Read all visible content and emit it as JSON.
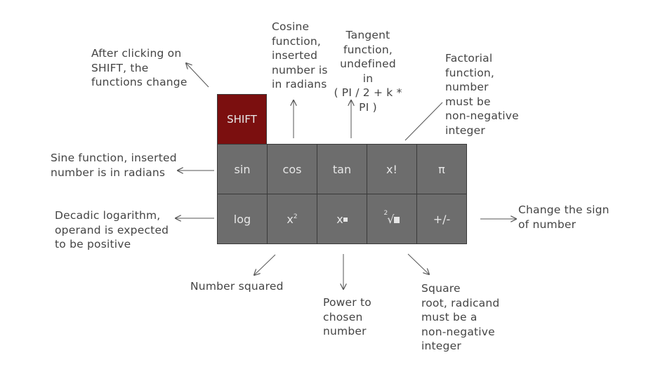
{
  "annotations": {
    "shift": "After clicking on\nSHIFT, the\nfunctions change",
    "cos": "Cosine\nfunction,\ninserted\nnumber is\nin radians",
    "tan": "Tangent\nfunction,\nundefined\nin\n( PI / 2 + k * PI )",
    "factorial": "Factorial\nfunction,\nnumber\nmust be\nnon-negative\ninteger",
    "sin": "Sine function, inserted\nnumber is in radians",
    "log": "Decadic logarithm,\noperand is expected\nto be positive",
    "sign": "Change the sign\nof number",
    "squared": "Number squared",
    "power": "Power to\nchosen\nnumber",
    "sqrt": "Square\nroot, radicand\nmust be a\nnon-negative\ninteger"
  },
  "keys": {
    "shift": "SHIFT",
    "sin": "sin",
    "cos": "cos",
    "tan": "tan",
    "factorial": "x!",
    "pi": "π",
    "log": "log",
    "square_base": "x",
    "square_exp": "2",
    "power_base": "x",
    "root_index": "2",
    "root_sign": "√",
    "sign": "+/-"
  },
  "colors": {
    "shift_key": "#7b0f0f",
    "key": "#6d6d6d",
    "key_text": "#e6e6e6",
    "arrow": "#555555"
  }
}
